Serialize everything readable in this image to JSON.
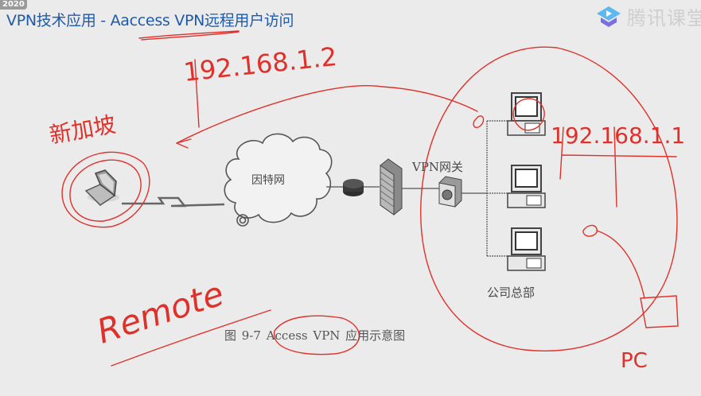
{
  "watermark": "2020",
  "slide": {
    "title": "VPN技术应用 - Aaccess VPN远程用户访问"
  },
  "brand": {
    "name": "腾讯课堂",
    "icon": "play-cap-icon",
    "colors": {
      "top": "#5bb8f0",
      "bottom": "#7b6fe0"
    }
  },
  "diagram": {
    "internet_label": "因特网",
    "gateway_label": "VPN网关",
    "hq_label": "公司总部",
    "caption": "图 9-7  Access VPN 应用示意图",
    "nodes": [
      "laptop",
      "wireless-link",
      "internet-cloud",
      "router",
      "firewall",
      "vpn-gateway",
      "pc-1",
      "pc-2",
      "pc-3"
    ]
  },
  "annotations": {
    "color": "#e0302a",
    "remote_ip": "192.168.1.2",
    "local_ip": "192.168.1.1",
    "handwritten_left": "新加坡",
    "remote_word": "Remote",
    "pc_word": "PC"
  }
}
